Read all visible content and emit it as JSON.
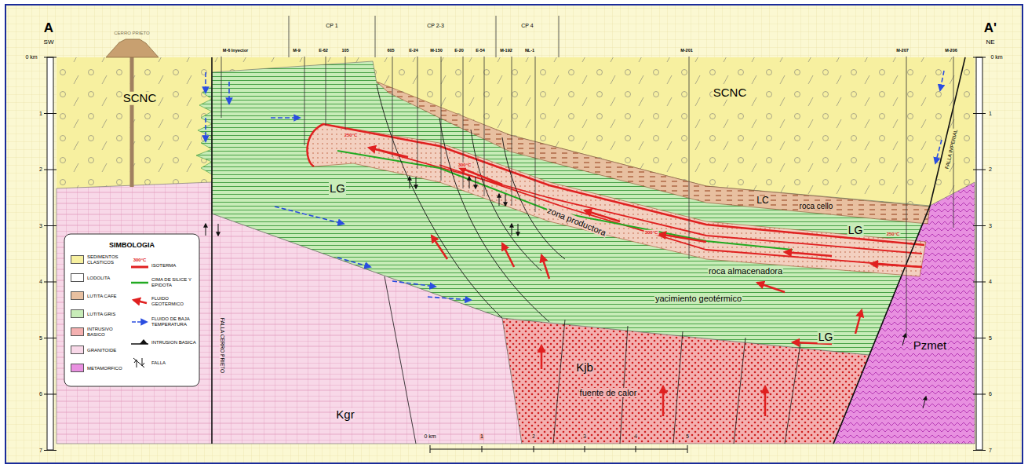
{
  "diagram": {
    "labels": [
      "A",
      "SW",
      "A'",
      "NE",
      "CERRO PRIETO",
      "M-6 Inyector",
      "CP 1",
      "CP 2-3",
      "CP 4",
      "M-9",
      "E-62",
      "105",
      "605",
      "E-24",
      "M-150",
      "E-20",
      "E-54",
      "M-192",
      "NL-1",
      "M-201",
      "M-207",
      "M-206",
      "0 km",
      "1",
      "2",
      "3",
      "4",
      "5",
      "6",
      "7",
      "0 km",
      "1",
      "2",
      "3",
      "4",
      "5",
      "6",
      "7",
      "SCNC",
      "SCNC",
      "LG",
      "LC",
      "roca cello",
      "LG",
      "zona productora",
      "roca almacenadora",
      "yacimiento geotérmico",
      "LG",
      "Kgr",
      "Kjb",
      "fuente de calor",
      "Pzmet",
      "FALLA CERRO PRIETO",
      "FALLA IMPERIAL",
      "250°C",
      "300°C",
      "300°C",
      "250°C",
      "SIMBOLOGIA",
      "300°C",
      "0 km",
      "1",
      "2",
      "3",
      "4",
      "5"
    ],
    "legend": [
      {
        "text": "SEDIMENTOS CLASTICOS",
        "color": "#f7f0a0"
      },
      {
        "text": "LODOLITA",
        "color": "#ffffff"
      },
      {
        "text": "LUTITA CAFE",
        "color": "#e8c0a0"
      },
      {
        "text": "LUTITA GRIS",
        "color": "#c8ecb8"
      },
      {
        "text": "INTRUSIVO BASICO",
        "color": "#f4b0b0"
      },
      {
        "text": "GRANITOIDE",
        "color": "#f8d8e8"
      },
      {
        "text": "METAMORFICO",
        "color": "#e890e0"
      },
      {
        "text": "ISOTERMA"
      },
      {
        "text": "CIMA DE SILICE Y EPIDOTA"
      },
      {
        "text": "FLUIDO GEOTERMICO"
      },
      {
        "text": "FLUIDO DE BAJA TEMPERATURA"
      },
      {
        "text": "INTRUSION BASICA"
      },
      {
        "text": "FALLA"
      }
    ]
  }
}
